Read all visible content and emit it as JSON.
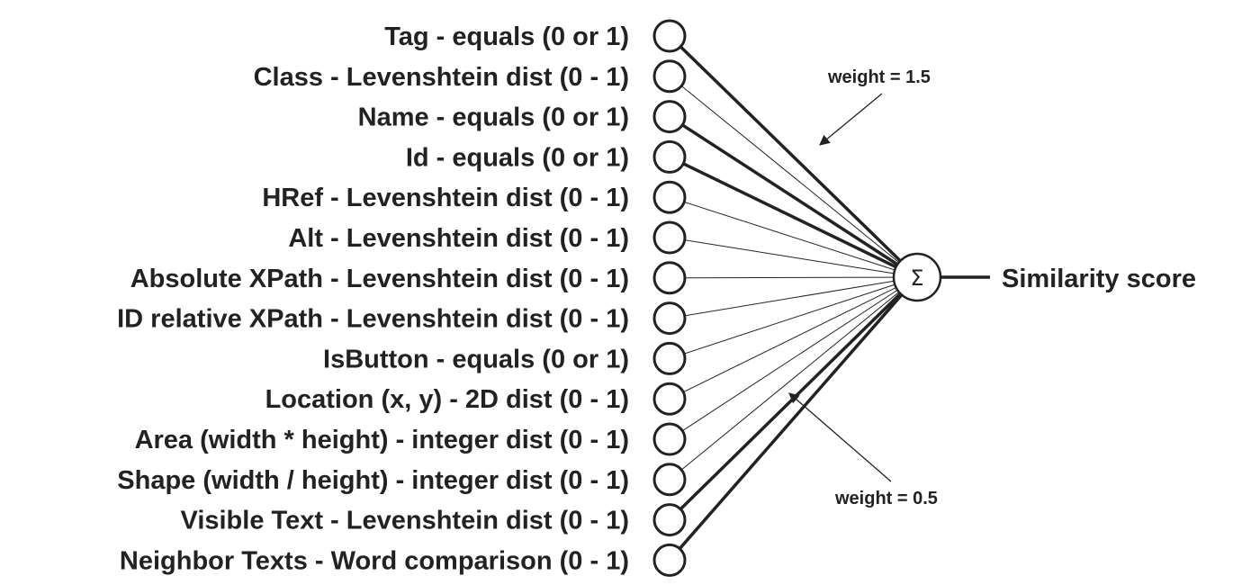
{
  "inputs": [
    {
      "label": "Tag - equals (0 or 1)",
      "weight": "heavy"
    },
    {
      "label": "Class - Levenshtein dist (0 - 1)",
      "weight": "light"
    },
    {
      "label": "Name - equals (0 or 1)",
      "weight": "heavy"
    },
    {
      "label": "Id - equals (0 or 1)",
      "weight": "heavy"
    },
    {
      "label": "HRef - Levenshtein dist (0 - 1)",
      "weight": "light"
    },
    {
      "label": "Alt - Levenshtein dist (0 - 1)",
      "weight": "light"
    },
    {
      "label": "Absolute XPath - Levenshtein dist (0 - 1)",
      "weight": "light"
    },
    {
      "label": "ID relative XPath - Levenshtein dist (0 - 1)",
      "weight": "light"
    },
    {
      "label": "IsButton - equals (0 or 1)",
      "weight": "light"
    },
    {
      "label": "Location (x, y) - 2D dist (0 - 1)",
      "weight": "light"
    },
    {
      "label": "Area (width * height) - integer dist (0 - 1)",
      "weight": "light"
    },
    {
      "label": "Shape (width / height) - integer dist (0 - 1)",
      "weight": "light"
    },
    {
      "label": "Visible Text - Levenshtein dist (0 - 1)",
      "weight": "heavy"
    },
    {
      "label": "Neighbor Texts - Word comparison (0 - 1)",
      "weight": "heavy"
    }
  ],
  "sum_symbol": "Σ",
  "output_label": "Similarity score",
  "annotations": {
    "heavy": "weight = 1.5",
    "light": "weight = 0.5"
  },
  "colors": {
    "ink": "#222222",
    "background": "#ffffff"
  }
}
